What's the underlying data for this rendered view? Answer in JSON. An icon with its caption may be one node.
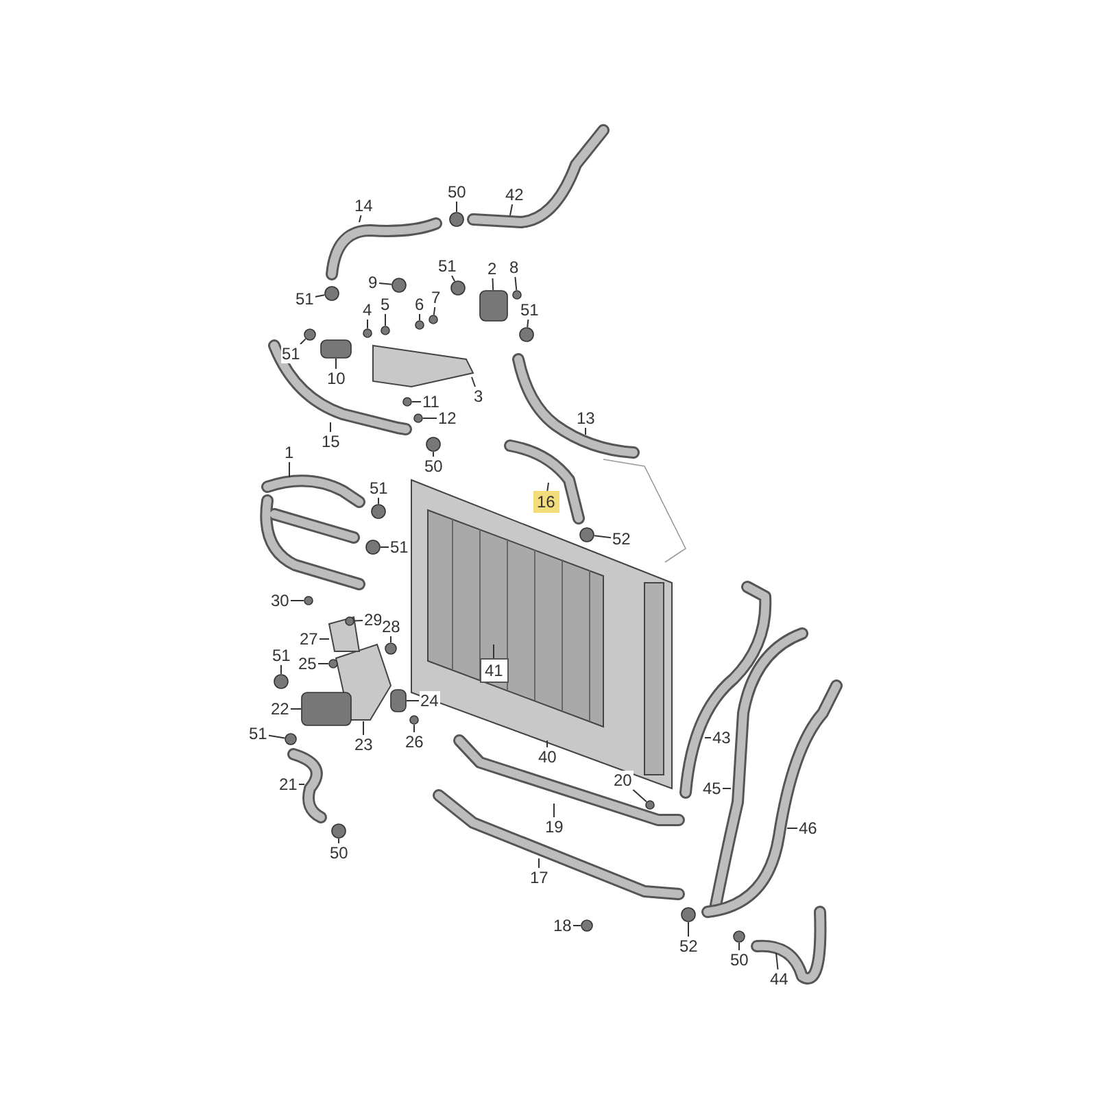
{
  "diagram": {
    "nodes": [
      {
        "text": [
          "14"
        ]
      },
      {
        "text": [
          "50"
        ]
      },
      {
        "text": [
          "42"
        ]
      },
      {
        "text": [
          "51"
        ]
      },
      {
        "text": [
          "2"
        ]
      },
      {
        "text": [
          "8"
        ]
      },
      {
        "text": [
          "9"
        ]
      },
      {
        "text": [
          "51"
        ]
      },
      {
        "text": [
          "4"
        ]
      },
      {
        "text": [
          "5"
        ]
      },
      {
        "text": [
          "6"
        ]
      },
      {
        "text": [
          "7"
        ]
      },
      {
        "text": [
          "51"
        ]
      },
      {
        "text": [
          "51"
        ]
      },
      {
        "text": [
          "10"
        ]
      },
      {
        "text": [
          "3"
        ]
      },
      {
        "text": [
          "11"
        ]
      },
      {
        "text": [
          "12"
        ]
      },
      {
        "text": [
          "13"
        ]
      },
      {
        "text": [
          "15"
        ]
      },
      {
        "text": [
          "1"
        ]
      },
      {
        "text": [
          "50"
        ]
      },
      {
        "text": [
          "51"
        ]
      },
      {
        "text": [
          "16"
        ]
      },
      {
        "text": [
          "52"
        ]
      },
      {
        "text": [
          "51"
        ]
      },
      {
        "text": [
          "30"
        ]
      },
      {
        "text": [
          "29"
        ]
      },
      {
        "text": [
          "28"
        ]
      },
      {
        "text": [
          "27"
        ]
      },
      {
        "text": [
          "51"
        ]
      },
      {
        "text": [
          "25"
        ]
      },
      {
        "text": [
          "41"
        ]
      },
      {
        "text": [
          "24"
        ]
      },
      {
        "text": [
          "22"
        ]
      },
      {
        "text": [
          "51"
        ]
      },
      {
        "text": [
          "43"
        ]
      },
      {
        "text": [
          "26"
        ]
      },
      {
        "text": [
          "23"
        ]
      },
      {
        "text": [
          "40"
        ]
      },
      {
        "text": [
          "21"
        ]
      },
      {
        "text": [
          "45"
        ]
      },
      {
        "text": [
          "20"
        ]
      },
      {
        "text": [
          "19"
        ]
      },
      {
        "text": [
          "46"
        ]
      },
      {
        "text": [
          "50"
        ]
      },
      {
        "text": [
          "17"
        ]
      },
      {
        "text": [
          "18"
        ]
      },
      {
        "text": [
          "52"
        ]
      },
      {
        "text": [
          "50"
        ]
      },
      {
        "text": [
          "44"
        ]
      },
      {
        "text": [],
        "shape": "circle"
      },
      {
        "text": [],
        "shape": "circle"
      },
      {
        "text": [],
        "shape": "box"
      },
      {
        "text": [],
        "shape": "circle"
      },
      {
        "text": [],
        "shape": "circle"
      },
      {
        "text": [],
        "shape": "circle"
      },
      {
        "text": [],
        "shape": "circle"
      },
      {
        "text": [],
        "shape": "circle"
      },
      {
        "text": [],
        "shape": "circle"
      },
      {
        "text": [],
        "shape": "circle"
      },
      {
        "text": [],
        "shape": "circle"
      },
      {
        "text": [],
        "shape": "circle"
      },
      {
        "text": [],
        "shape": "box"
      },
      {
        "text": [],
        "shape": "circle"
      },
      {
        "text": [],
        "shape": "circle"
      },
      {
        "text": [],
        "shape": "circle"
      },
      {
        "text": [],
        "shape": "circle"
      },
      {
        "text": [],
        "shape": "circle"
      },
      {
        "text": [],
        "shape": "circle"
      },
      {
        "text": [],
        "shape": "circle"
      },
      {
        "text": [],
        "shape": "circle"
      },
      {
        "text": [],
        "shape": "circle"
      },
      {
        "text": [],
        "shape": "circle"
      },
      {
        "text": [],
        "shape": "circle"
      },
      {
        "text": [],
        "shape": "box"
      },
      {
        "text": [],
        "shape": "circle"
      },
      {
        "text": [],
        "shape": "circle"
      },
      {
        "text": [],
        "shape": "circle"
      },
      {
        "text": [],
        "shape": "circle"
      },
      {
        "text": [],
        "shape": "circle"
      },
      {
        "text": [],
        "shape": "circle"
      },
      {
        "text": [],
        "shape": "circle"
      },
      {
        "text": [],
        "shape": "box"
      }
    ],
    "edges": [
      {
        "from": 0,
        "to": null,
        "arrow": "none"
      },
      {
        "from": 1,
        "to": 51,
        "arrow": "none"
      },
      {
        "from": 2,
        "to": null,
        "arrow": "none"
      },
      {
        "from": 3,
        "to": 52,
        "arrow": "none"
      },
      {
        "from": 4,
        "to": 53,
        "arrow": "none"
      },
      {
        "from": 5,
        "to": 54,
        "arrow": "none"
      },
      {
        "from": 6,
        "to": 55,
        "arrow": "none"
      },
      {
        "from": 7,
        "to": 56,
        "arrow": "none"
      },
      {
        "from": 8,
        "to": 57,
        "arrow": "none"
      },
      {
        "from": 9,
        "to": 58,
        "arrow": "none"
      },
      {
        "from": 10,
        "to": 59,
        "arrow": "none"
      },
      {
        "from": 11,
        "to": 60,
        "arrow": "none"
      },
      {
        "from": 12,
        "to": 61,
        "arrow": "none"
      },
      {
        "from": 13,
        "to": 62,
        "arrow": "none"
      },
      {
        "from": 14,
        "to": 63,
        "arrow": "none"
      },
      {
        "from": 15,
        "to": null,
        "arrow": "none"
      },
      {
        "from": 16,
        "to": 64,
        "arrow": "none"
      },
      {
        "from": 17,
        "to": 65,
        "arrow": "none"
      },
      {
        "from": 18,
        "to": null,
        "arrow": "none"
      },
      {
        "from": 19,
        "to": null,
        "arrow": "none"
      },
      {
        "from": 20,
        "to": null,
        "arrow": "none"
      },
      {
        "from": 21,
        "to": 66,
        "arrow": "none"
      },
      {
        "from": 22,
        "to": 67,
        "arrow": "none"
      },
      {
        "from": 23,
        "to": null,
        "arrow": "none"
      },
      {
        "from": 24,
        "to": 68,
        "arrow": "none"
      },
      {
        "from": 25,
        "to": 69,
        "arrow": "none"
      },
      {
        "from": 26,
        "to": 70,
        "arrow": "none"
      },
      {
        "from": 27,
        "to": 71,
        "arrow": "none"
      },
      {
        "from": 28,
        "to": 72,
        "arrow": "none"
      },
      {
        "from": 29,
        "to": null,
        "arrow": "none"
      },
      {
        "from": 30,
        "to": 73,
        "arrow": "none"
      },
      {
        "from": 31,
        "to": 74,
        "arrow": "none"
      },
      {
        "from": 32,
        "to": null,
        "arrow": "none"
      },
      {
        "from": 33,
        "to": 83,
        "arrow": "none"
      },
      {
        "from": 34,
        "to": 75,
        "arrow": "none"
      },
      {
        "from": 35,
        "to": 76,
        "arrow": "none"
      },
      {
        "from": 36,
        "to": null,
        "arrow": "none"
      },
      {
        "from": 37,
        "to": 77,
        "arrow": "none"
      },
      {
        "from": 38,
        "to": null,
        "arrow": "none"
      },
      {
        "from": 39,
        "to": null,
        "arrow": "none"
      },
      {
        "from": 40,
        "to": null,
        "arrow": "none"
      },
      {
        "from": 41,
        "to": null,
        "arrow": "none"
      },
      {
        "from": 42,
        "to": 78,
        "arrow": "none"
      },
      {
        "from": 43,
        "to": null,
        "arrow": "none"
      },
      {
        "from": 44,
        "to": null,
        "arrow": "none"
      },
      {
        "from": 45,
        "to": 79,
        "arrow": "none"
      },
      {
        "from": 46,
        "to": null,
        "arrow": "none"
      },
      {
        "from": 47,
        "to": 80,
        "arrow": "none"
      },
      {
        "from": 48,
        "to": 81,
        "arrow": "none"
      },
      {
        "from": 49,
        "to": 82,
        "arrow": "none"
      },
      {
        "from": 50,
        "to": null,
        "arrow": "none"
      }
    ]
  }
}
